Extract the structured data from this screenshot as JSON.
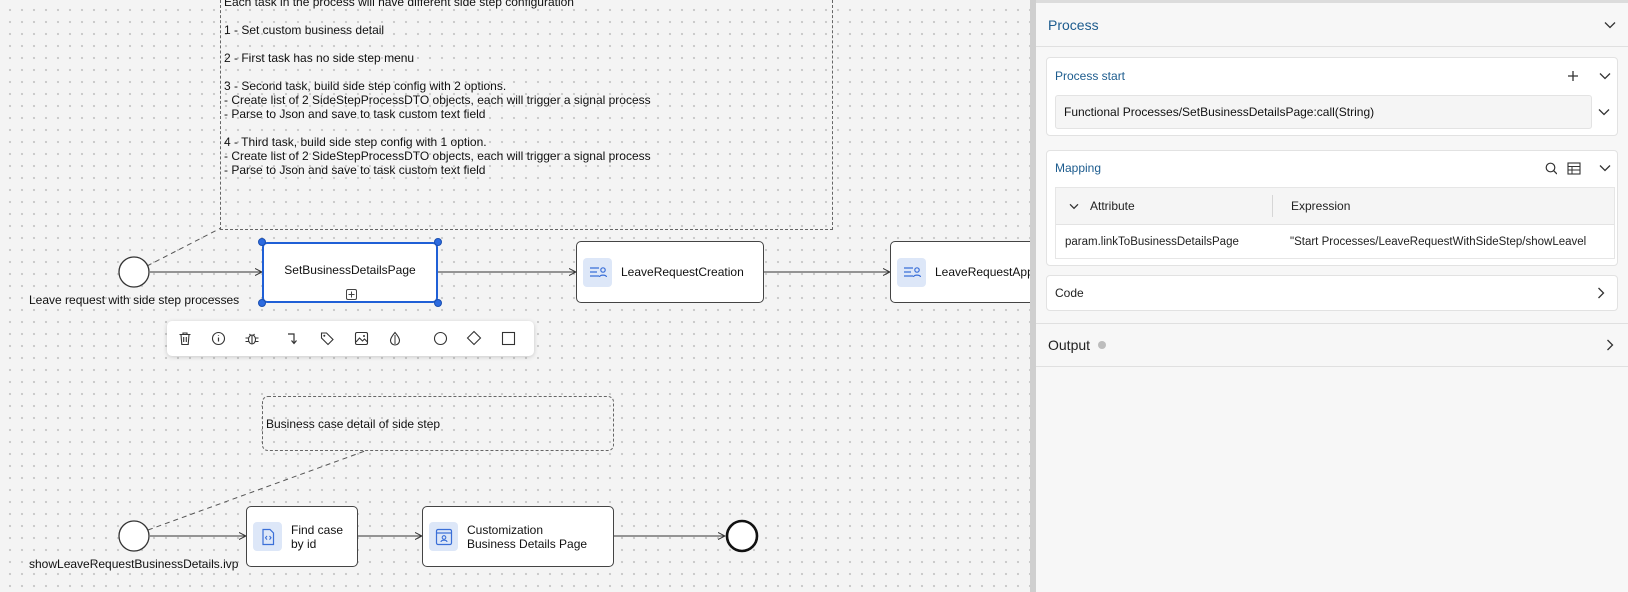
{
  "canvas": {
    "note_top": {
      "lines": [
        "Each task in the process will have different side step configuration",
        "",
        "1 - Set custom business detail",
        "",
        "2 - First task has no side step menu",
        "",
        "3 - Second task, build side step config with 2 options.",
        "- Create list of 2 SideStepProcessDTO objects, each will trigger a signal process",
        "- Parse to Json and save to task custom text field",
        "",
        "4 - Third task, build side step config with 1 option.",
        "- Create list of 2 SideStepProcessDTO objects, each will trigger a signal process",
        "- Parse to Json and save to task custom text field"
      ]
    },
    "note_bottom": "Business case detail of side step",
    "start_event_1_label": "Leave request with side step processes",
    "start_event_2_label": "showLeaveRequestBusinessDetails.ivp",
    "tasks": {
      "set_business_details": "SetBusinessDetailsPage",
      "leave_request_creation": "LeaveRequestCreation",
      "leave_request_approval": "LeaveRequestAppr",
      "find_case_line1": "Find case",
      "find_case_line2": "by id",
      "customization_line1": "Customization",
      "customization_line2": "Business Details Page"
    },
    "toolbar_icons": [
      "trash-icon",
      "info-icon",
      "bug-icon",
      "wrap-icon",
      "tag-icon",
      "image-icon",
      "color-icon",
      "circle-icon",
      "diamond-icon",
      "square-icon"
    ]
  },
  "panel": {
    "process_title": "Process",
    "process_start": {
      "title": "Process start",
      "selected": "Functional Processes/SetBusinessDetailsPage:call(String)"
    },
    "mapping": {
      "title": "Mapping",
      "columns": [
        "Attribute",
        "Expression"
      ],
      "rows": [
        {
          "attribute": "param.linkToBusinessDetailsPage",
          "expression": "\"Start Processes/LeaveRequestWithSideStep/showLeavel"
        }
      ]
    },
    "code_title": "Code",
    "output_title": "Output",
    "colors": {
      "accent": "#1d5c8e",
      "selection": "#1f5fd6"
    }
  }
}
